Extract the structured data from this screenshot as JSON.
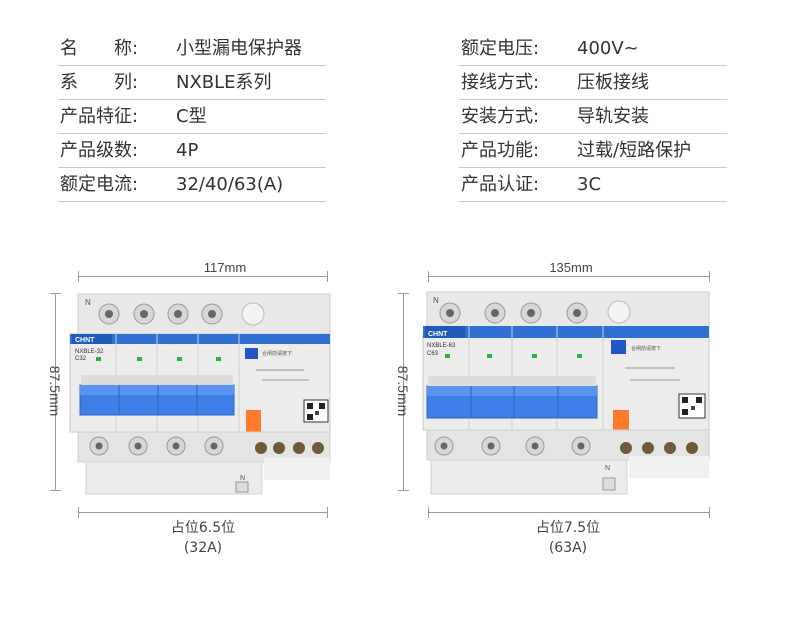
{
  "specs_left": [
    {
      "key": "名　　称:",
      "value": "小型漏电保护器"
    },
    {
      "key": "系　　列:",
      "value": "NXBLE系列"
    },
    {
      "key": "产品特征:",
      "value": "C型"
    },
    {
      "key": "产品级数:",
      "value": "4P"
    },
    {
      "key": "额定电流:",
      "value": "32/40/63(A)"
    }
  ],
  "specs_right": [
    {
      "key": "额定电压:",
      "value": "400V~"
    },
    {
      "key": "接线方式:",
      "value": "压板接线"
    },
    {
      "key": "安装方式:",
      "value": "导轨安装"
    },
    {
      "key": "产品功能:",
      "value": "过载/短路保护"
    },
    {
      "key": "产品认证:",
      "value": "3C"
    }
  ],
  "products": [
    {
      "width_label": "117mm",
      "height_label": "87.5mm",
      "brand": "CHNT",
      "model": "NXBLE-32",
      "rating": "C32",
      "caption_line1": "占位6.5位",
      "caption_line2": "(32A)"
    },
    {
      "width_label": "135mm",
      "height_label": "87.5mm",
      "brand": "CHNT",
      "model": "NXBLE-63",
      "rating": "C63",
      "caption_line1": "占位7.5位",
      "caption_line2": "(63A)"
    }
  ],
  "colors": {
    "body": "#e9e9e9",
    "blue_band": "#2f6fd0",
    "toggle": "#3e7ee6",
    "test_button": "#ff7a2a",
    "reset_button": "#2156c4"
  }
}
